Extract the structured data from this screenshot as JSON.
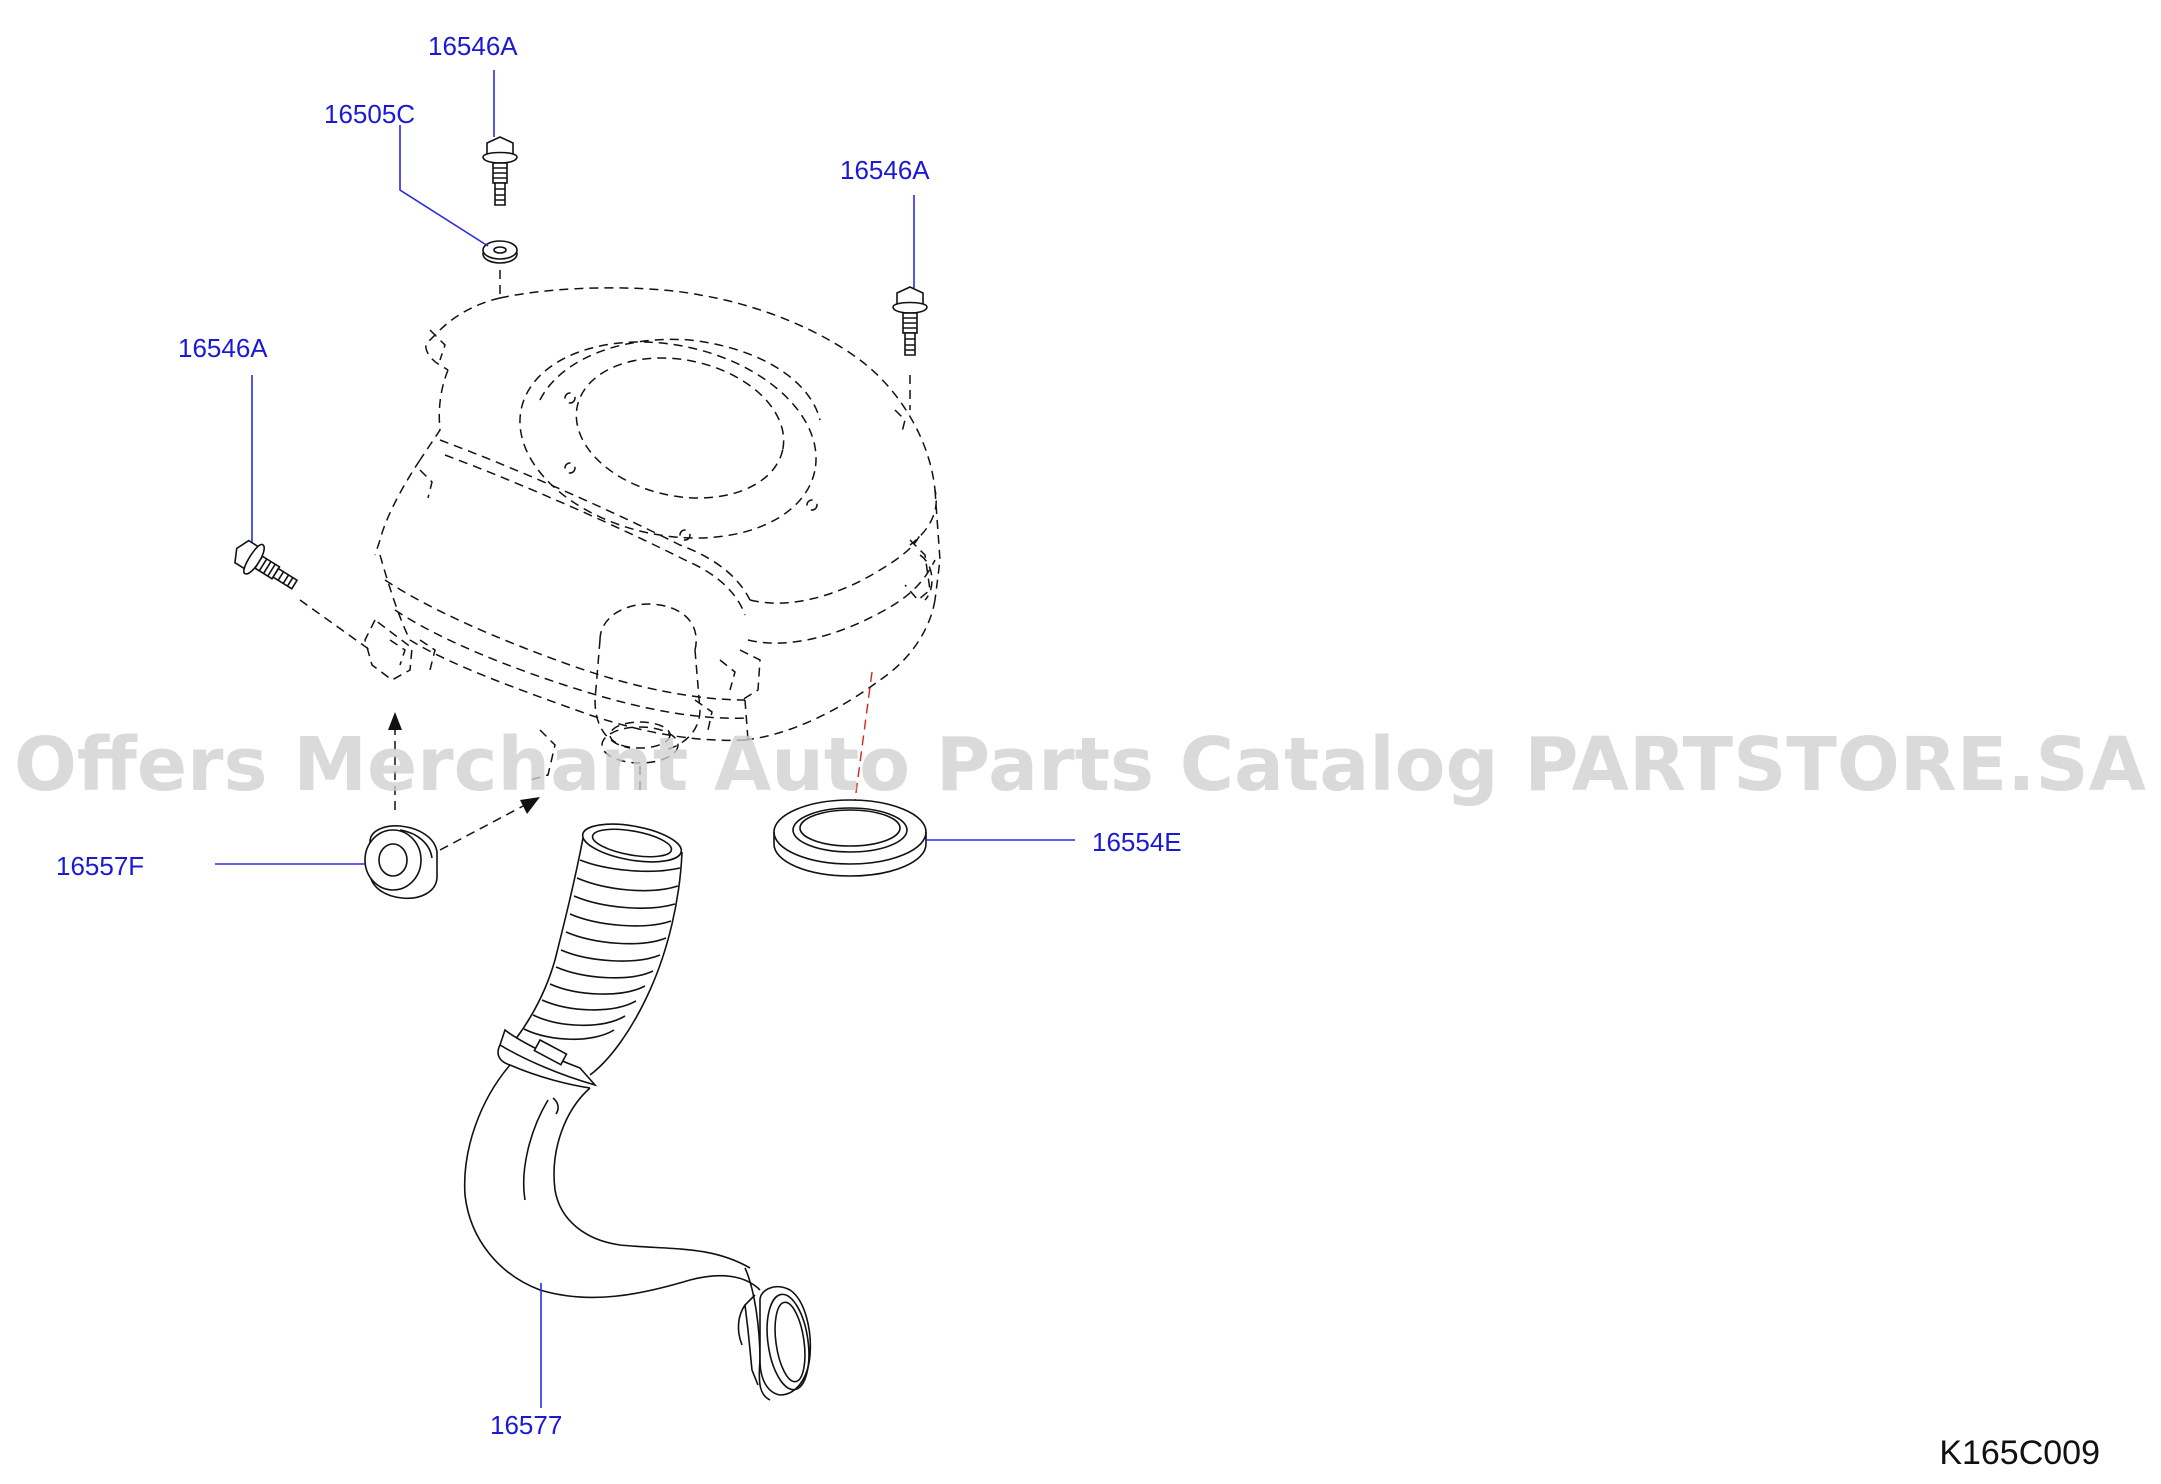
{
  "diagram": {
    "diagram_code": "K165C009",
    "watermark": "Offers Merchant Auto Parts Catalog PARTSTORE.SA",
    "callouts": [
      {
        "id": "c1",
        "part": "16546A"
      },
      {
        "id": "c2",
        "part": "16505C"
      },
      {
        "id": "c3",
        "part": "16546A"
      },
      {
        "id": "c4",
        "part": "16546A"
      },
      {
        "id": "c5",
        "part": "16557F"
      },
      {
        "id": "c6",
        "part": "16554E"
      },
      {
        "id": "c7",
        "part": "16577"
      }
    ],
    "colors": {
      "callout_text": "#1a1ad6",
      "leader_line": "#2a2ae0",
      "drawing_line": "#111111",
      "alignment_line": "#e02020",
      "watermark": "#cfcfcf",
      "background": "#ffffff"
    }
  }
}
